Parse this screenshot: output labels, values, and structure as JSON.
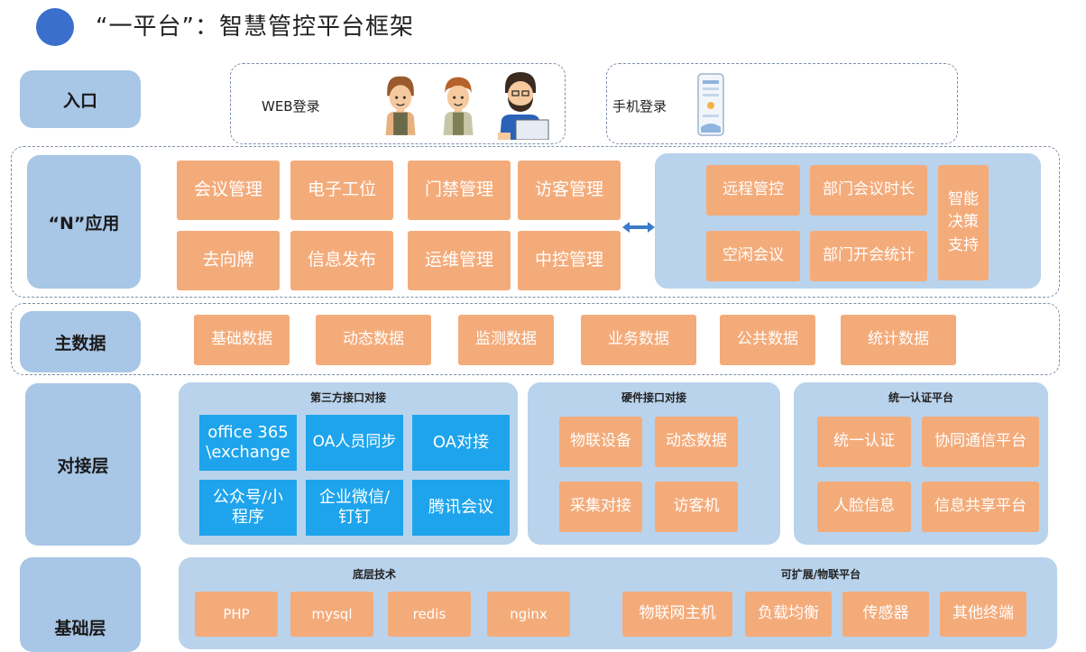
{
  "title": "“一平台”：智慧管控平台框架",
  "layers": {
    "entry": "入口",
    "apps": "“N”应用",
    "master": "主数据",
    "integration": "对接层",
    "base": "基础层"
  },
  "entry": {
    "web_label": "WEB登录",
    "mobile_label": "手机登录"
  },
  "apps": {
    "row1": [
      "会议管理",
      "电子工位",
      "门禁管理",
      "访客管理"
    ],
    "row2": [
      "去向牌",
      "信息发布",
      "运维管理",
      "中控管理"
    ],
    "right": [
      "远程管控",
      "部门会议时长",
      "空闲会议",
      "部门开会统计"
    ],
    "decision": "智能决策支持"
  },
  "master_data": [
    "基础数据",
    "动态数据",
    "监测数据",
    "业务数据",
    "公共数据",
    "统计数据"
  ],
  "integration": {
    "third_party": {
      "title": "第三方接口对接",
      "items": [
        "office 365 \\exchange",
        "OA人员同步",
        "OA对接",
        "公众号/小程序",
        "企业微信/钉钉",
        "腾讯会议"
      ]
    },
    "hardware": {
      "title": "硬件接口对接",
      "items": [
        "物联设备",
        "动态数据",
        "采集对接",
        "访客机"
      ]
    },
    "auth": {
      "title": "统一认证平台",
      "items": [
        "统一认证",
        "协同通信平台",
        "人脸信息",
        "信息共享平台"
      ]
    }
  },
  "base": {
    "tech_title": "底层技术",
    "tech_items": [
      "PHP",
      "mysql",
      "redis",
      "nginx"
    ],
    "iot_title": "可扩展/物联平台",
    "iot_items": [
      "物联网主机",
      "负载均衡",
      "传感器",
      "其他终端"
    ]
  },
  "colors": {
    "orange": "#f4ab7a",
    "blue": "#1ea4ec",
    "label_blue": "#a8c6e6",
    "panel_blue": "#b9d3ec",
    "dot": "#3a6fcb"
  }
}
